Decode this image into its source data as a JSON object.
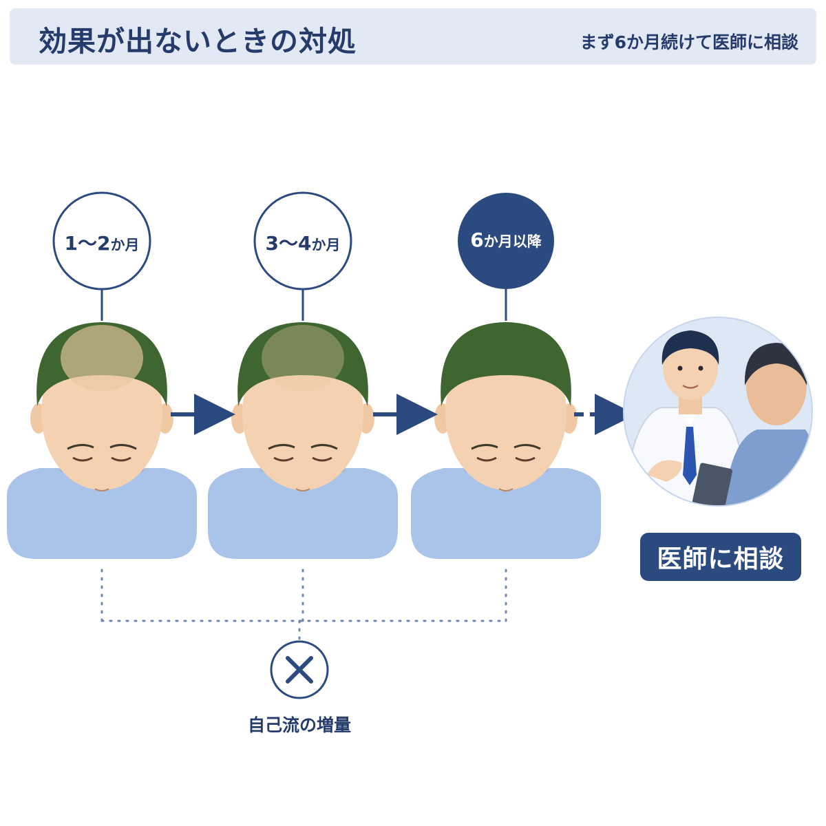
{
  "header": {
    "title": "効果が出ないときの対処",
    "subtitle": "まず6か月続けて医師に相談"
  },
  "stages": [
    {
      "label_num": "1〜2",
      "label_unit": "か月",
      "hair_density": 0.35
    },
    {
      "label_num": "3〜4",
      "label_unit": "か月",
      "hair_density": 0.65
    },
    {
      "label_num": "6",
      "label_unit": "か月以降",
      "hair_density": 1.0
    }
  ],
  "consult": {
    "label": "医師に相談"
  },
  "caution": {
    "label": "自己流の増量",
    "icon": "cross-icon"
  },
  "colors": {
    "navy": "#2b4a80",
    "text": "#243b6b",
    "shirt": "#a9c3e9",
    "hair": "#3f6630",
    "skin": "#f4d2b1",
    "scalp": "#e8c9a1"
  }
}
